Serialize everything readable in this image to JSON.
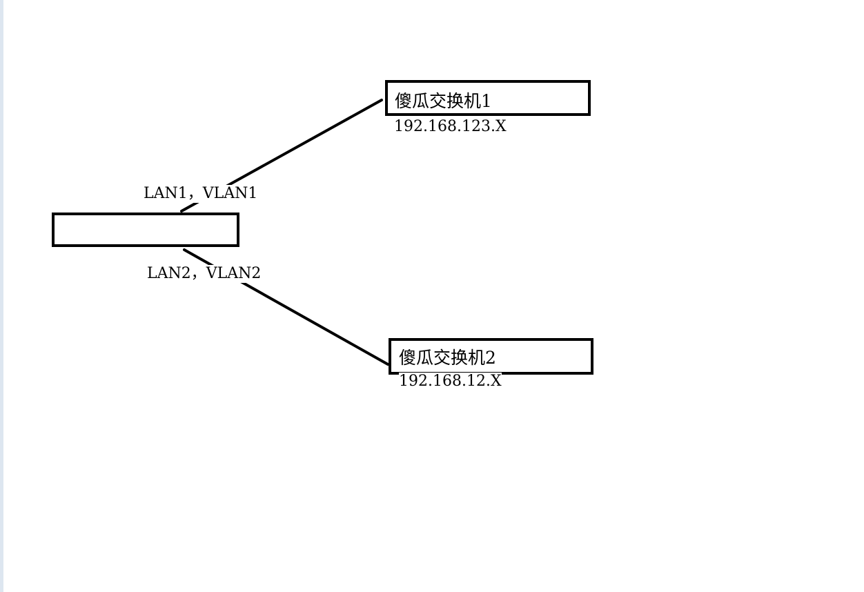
{
  "diagram": {
    "router": {
      "port_top_label": "LAN1，VLAN1",
      "port_bottom_label": "LAN2，VLAN2"
    },
    "switch_1": {
      "name": "傻瓜交换机1",
      "ip": "192.168.123.X"
    },
    "switch_2": {
      "name": "傻瓜交换机2",
      "ip": "192.168.12.X"
    },
    "colors": {
      "line": "#000000",
      "background": "#ffffff"
    }
  }
}
